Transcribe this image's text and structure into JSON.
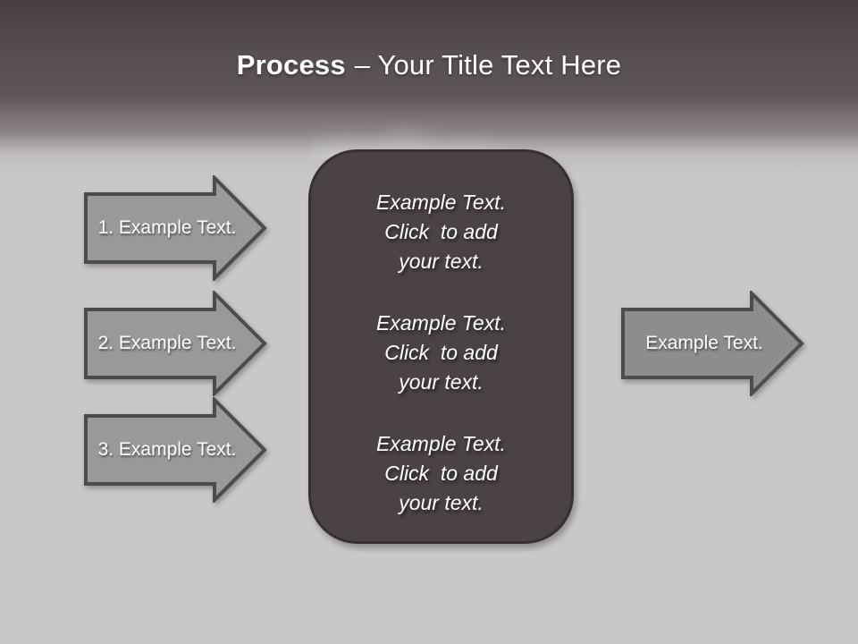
{
  "title": {
    "bold": "Process",
    "rest": "– Your Title Text Here"
  },
  "left_arrows": [
    {
      "label": "1. Example Text."
    },
    {
      "label": "2. Example Text."
    },
    {
      "label": "3. Example Text."
    }
  ],
  "right_arrow": {
    "label": "Example Text."
  },
  "center_box": {
    "blocks": [
      {
        "line1": "Example Text.",
        "line2": "Click  to add",
        "line3": "your text."
      },
      {
        "line1": "Example Text.",
        "line2": "Click  to add",
        "line3": "your text."
      },
      {
        "line1": "Example Text.",
        "line2": "Click  to add",
        "line3": "your text."
      }
    ]
  },
  "colors": {
    "header_top": "#473f43",
    "header_mid": "#5e5559",
    "background": "#c9c7c8",
    "arrow_fill_left": "#999999",
    "arrow_fill_right": "#8d8d8d",
    "arrow_stroke": "#4c4c4c",
    "box_fill": "#4b4247",
    "box_border": "#37302f",
    "text": "#ffffff"
  }
}
